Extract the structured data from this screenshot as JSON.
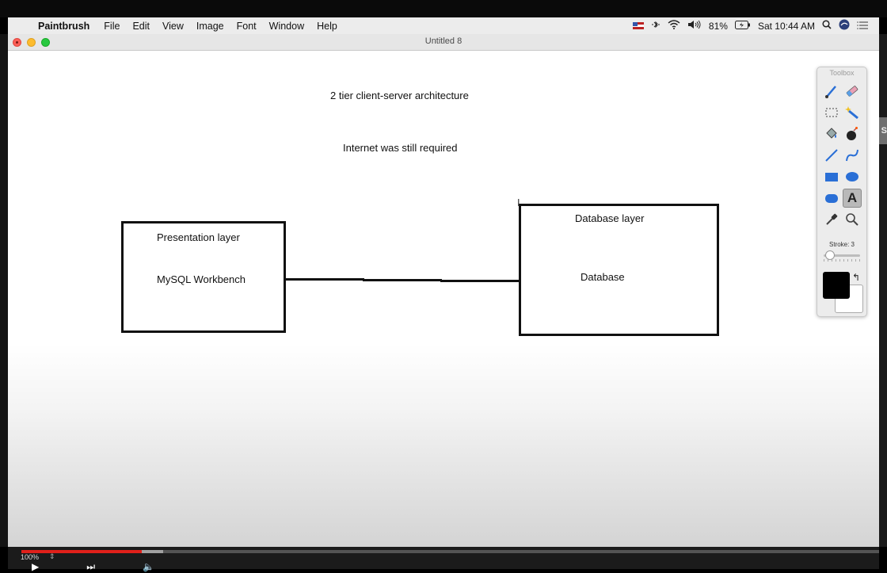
{
  "menubar": {
    "app_name": "Paintbrush",
    "menus": [
      "File",
      "Edit",
      "View",
      "Image",
      "Font",
      "Window",
      "Help"
    ],
    "battery_label": "81%",
    "clock": "Sat 10:44 AM",
    "icons": [
      "flag-icon",
      "bluetooth-icon",
      "wifi-icon",
      "volume-icon",
      "battery-icon",
      "search-icon",
      "siri-icon",
      "list-icon"
    ]
  },
  "window": {
    "title": "Untitled 8"
  },
  "canvas": {
    "title": "2 tier client-server architecture",
    "subtitle": "Internet was still required",
    "left_box": {
      "heading": "Presentation layer",
      "body": "MySQL Workbench"
    },
    "right_box": {
      "heading": "Database layer",
      "body": "Database"
    }
  },
  "toolbox": {
    "title": "Toolbox",
    "tools": [
      "paintbrush-icon",
      "eraser-icon",
      "rectangle-select-icon",
      "magic-wand-icon",
      "paint-bucket-icon",
      "bomb-icon",
      "line-icon",
      "curve-icon",
      "rectangle-icon",
      "ellipse-icon",
      "rounded-rectangle-icon",
      "text-tool-icon",
      "eyedropper-icon",
      "zoom-icon"
    ],
    "selected_tool": "text-tool-icon",
    "text_tool_letter": "A",
    "stroke_label": "Stroke: 3",
    "stroke_value": 3,
    "foreground_color": "#000000",
    "background_color": "#ffffff"
  },
  "statusbar": {
    "zoom": "100%"
  },
  "video": {
    "progress_fraction": 0.14,
    "buffered_fraction": 0.165,
    "progress_color": "#e0201a"
  },
  "side_tab_letter": "S"
}
